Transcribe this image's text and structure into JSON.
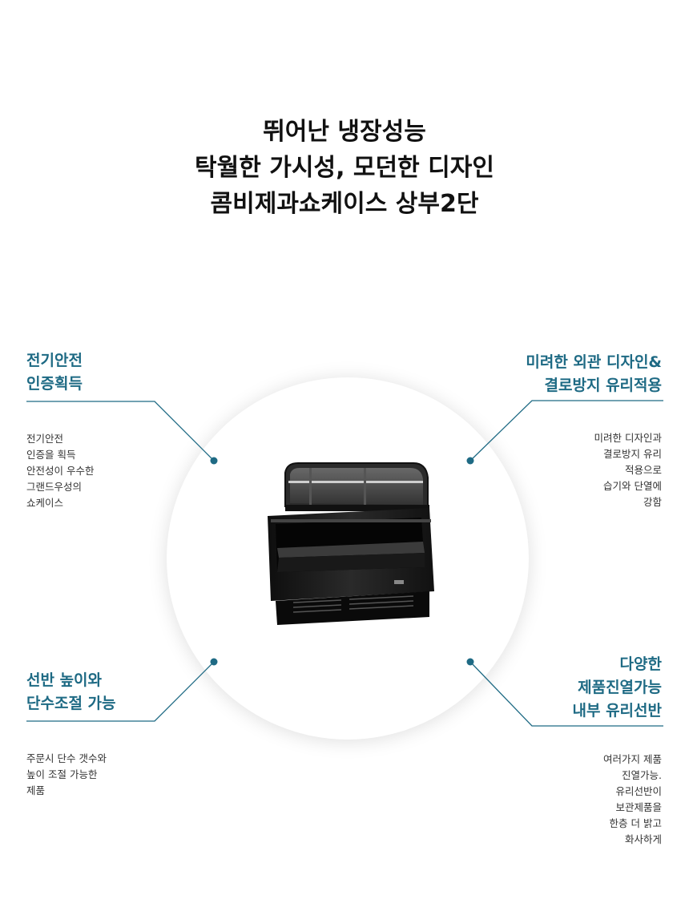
{
  "headline": {
    "line1": "뛰어난 냉장성능",
    "line2": "탁월한 가시성, 모던한 디자인",
    "line3": "콤비제과쇼케이스 상부2단"
  },
  "features": {
    "top_left": {
      "title": [
        "전기안전",
        "인증획득"
      ],
      "desc": [
        "전기안전",
        "인증을 획득",
        "안전성이 우수한",
        "그랜드우성의",
        "쇼케이스"
      ]
    },
    "top_right": {
      "title": [
        "미려한 외관 디자인&",
        "결로방지 유리적용"
      ],
      "desc": [
        "미려한 디자인과",
        "결로방지 유리",
        "적용으로",
        "습기와 단열에",
        "강함"
      ]
    },
    "bottom_left": {
      "title": [
        "선반 높이와",
        "단수조절 가능"
      ],
      "desc": [
        "주문시 단수 갯수와",
        "높이 조절 가능한",
        "제품"
      ]
    },
    "bottom_right": {
      "title": [
        "다양한",
        "제품진열가능",
        "내부 유리선반"
      ],
      "desc": [
        "여러가지 제품",
        "진열가능.",
        "유리선반이",
        "보관제품을",
        "한층 더 밝고",
        "화사하게"
      ]
    }
  },
  "colors": {
    "accent": "#1e6a84",
    "text": "#333333",
    "product": "#1a1a1a"
  }
}
